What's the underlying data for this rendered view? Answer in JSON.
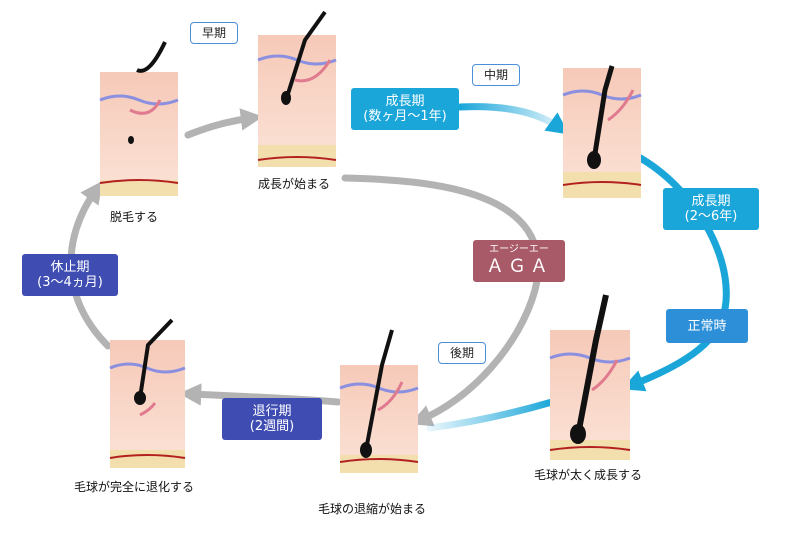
{
  "stages": {
    "growth_start": "成長が始まる",
    "bulb_grows": "毛球が太く成長する",
    "shrink_start": "毛球の退縮が始まる",
    "fully_retracted": "毛球が完全に退化する",
    "shedding": "脱毛する"
  },
  "phase_tags": {
    "early": "早期",
    "middle": "中期",
    "late": "後期"
  },
  "phases": {
    "anagen_top": {
      "title": "成長期",
      "sub": "(数ヶ月〜1年)"
    },
    "anagen_right": {
      "title": "成長期",
      "sub": "(2〜6年)"
    },
    "normal": "正常時",
    "catagen": {
      "title": "退行期",
      "sub": "(2週間)"
    },
    "telogen": {
      "title": "休止期",
      "sub": "(3〜4ヵ月)"
    }
  },
  "aga": {
    "reading": "エージーエー",
    "label": "ＡＧＡ"
  },
  "colors": {
    "cycle_arrow": "#b3b3b3",
    "blue_arrow": "#1aa6d9",
    "indigo_box": "#3f4db3",
    "aga_box": "#a95a69"
  }
}
